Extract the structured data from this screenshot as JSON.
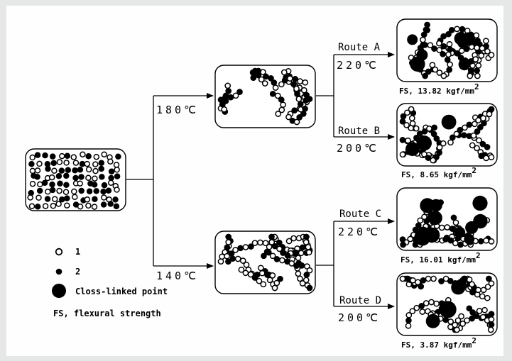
{
  "initial_state": {
    "name": "initial-polymer-box"
  },
  "branches": [
    {
      "key": "upper",
      "temperature": "180℃"
    },
    {
      "key": "lower",
      "temperature": "140℃"
    }
  ],
  "routes": [
    {
      "key": "A",
      "label": "Route A",
      "temperature": "220℃",
      "fs_text": "FS, 13.82 kgf/mm",
      "fs_sup": "2"
    },
    {
      "key": "B",
      "label": "Route B",
      "temperature": "200℃",
      "fs_text": "FS, 8.65 kgf/mm",
      "fs_sup": "2"
    },
    {
      "key": "C",
      "label": "Route C",
      "temperature": "220℃",
      "fs_text": "FS, 16.01 kgf/mm",
      "fs_sup": "2"
    },
    {
      "key": "D",
      "label": "Route D",
      "temperature": "200℃",
      "fs_text": "FS, 3.87 kgf/mm",
      "fs_sup": "2"
    }
  ],
  "legend": {
    "item1": "1",
    "item2": "2",
    "item3": "Closs-linked point",
    "note": "FS, flexural strength"
  },
  "colors": {
    "ink": "#000000",
    "paper": "#fefefe",
    "frame": "#e6e7e7"
  }
}
